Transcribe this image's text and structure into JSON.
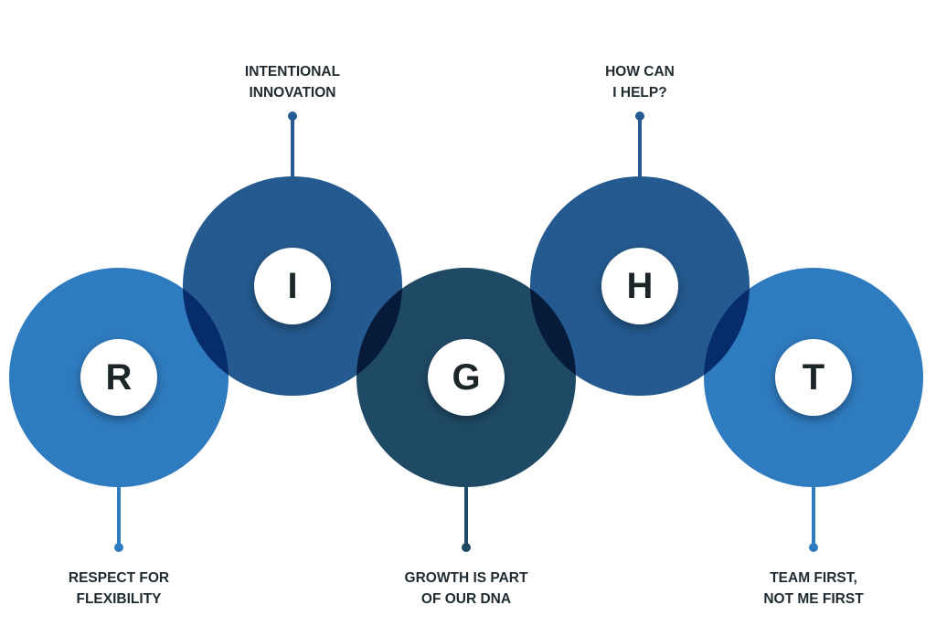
{
  "colors": {
    "light": "#2f7bbf",
    "mid": "#245a8f",
    "dark": "#1f4a66"
  },
  "items": [
    {
      "letter": "R",
      "label_line1": "RESPECT FOR",
      "label_line2": "FLEXIBILITY"
    },
    {
      "letter": "I",
      "label_line1": "INTENTIONAL",
      "label_line2": "INNOVATION"
    },
    {
      "letter": "G",
      "label_line1": "GROWTH IS PART",
      "label_line2": "OF OUR DNA"
    },
    {
      "letter": "H",
      "label_line1": "HOW CAN",
      "label_line2": "I HELP?"
    },
    {
      "letter": "T",
      "label_line1": "TEAM FIRST,",
      "label_line2": "NOT ME FIRST"
    }
  ]
}
